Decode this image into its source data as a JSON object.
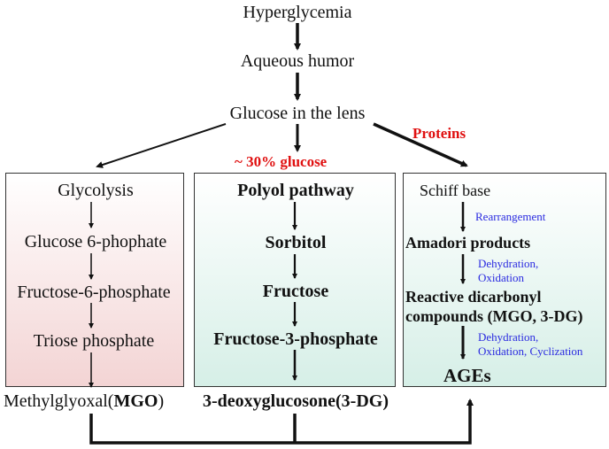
{
  "top": {
    "hyperglycemia": "Hyperglycemia",
    "aqueous_humor": "Aqueous humor",
    "glucose_lens": "Glucose in the lens",
    "proteins": "Proteins",
    "thirty_percent": "~ 30% glucose"
  },
  "left": {
    "glycolysis": "Glycolysis",
    "g6p": "Glucose 6-phophate",
    "f6p": "Fructose-6-phosphate",
    "triose": "Triose phosphate",
    "mgo_prefix": "Methylglyoxal(",
    "mgo_bold": "MGO",
    "mgo_suffix": ")"
  },
  "middle": {
    "polyol": "Polyol pathway",
    "sorbitol": "Sorbitol",
    "fructose": "Fructose",
    "f3p": "Fructose-3-phosphate",
    "three_dg": "3-deoxyglucosone(3-DG)"
  },
  "right": {
    "schiff": "Schiff base",
    "rearrangement": "Rearrangement",
    "amadori": "Amadori products",
    "dehyd1_line1": "Dehydration,",
    "dehyd1_line2": "Oxidation",
    "reactive_line1": "Reactive dicarbonyl",
    "reactive_line2": "compounds (MGO, 3-DG)",
    "dehyd2_line1": "Dehydration,",
    "dehyd2_line2": "Oxidation, Cyclization",
    "ages": "AGEs"
  },
  "colors": {
    "red": "#e01010",
    "blue": "#2a2ae0",
    "pink": "#f3d4d4",
    "mint": "#d6efe7"
  }
}
